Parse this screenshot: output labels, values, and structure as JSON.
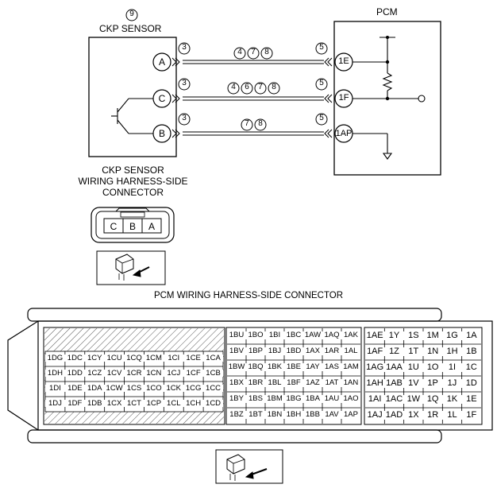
{
  "ckp_sensor": {
    "number": "9",
    "title": "CKP SENSOR",
    "pins": [
      "A",
      "C",
      "B"
    ],
    "wire_tags": [
      "3",
      "3",
      "3"
    ]
  },
  "pcm": {
    "title": "PCM",
    "pins": [
      "1E",
      "1F",
      "1AP"
    ],
    "wire_tags": [
      "5",
      "5",
      "5"
    ]
  },
  "wires": [
    {
      "notes": [
        "4",
        "7",
        "8"
      ]
    },
    {
      "notes": [
        "4",
        "6",
        "7",
        "8"
      ]
    },
    {
      "notes": [
        "7",
        "8"
      ]
    }
  ],
  "sensor_connector": {
    "caption_lines": [
      "CKP SENSOR",
      "WIRING HARNESS-SIDE",
      "CONNECTOR"
    ],
    "pins": [
      "C",
      "B",
      "A"
    ]
  },
  "pcm_connector": {
    "caption": "PCM WIRING HARNESS-SIDE CONNECTOR",
    "left_block": [
      [
        "1DG",
        "1DC",
        "1CY",
        "1CU",
        "1CQ",
        "1CM",
        "1CI",
        "1CE",
        "1CA"
      ],
      [
        "1DH",
        "1DD",
        "1CZ",
        "1CV",
        "1CR",
        "1CN",
        "1CJ",
        "1CF",
        "1CB"
      ],
      [
        "1DI",
        "1DE",
        "1DA",
        "1CW",
        "1CS",
        "1CO",
        "1CK",
        "1CG",
        "1CC"
      ],
      [
        "1DJ",
        "1DF",
        "1DB",
        "1CX",
        "1CT",
        "1CP",
        "1CL",
        "1CH",
        "1CD"
      ]
    ],
    "middle_block": [
      [
        "1BU",
        "1BO",
        "1BI",
        "1BC",
        "1AW",
        "1AQ",
        "1AK"
      ],
      [
        "1BV",
        "1BP",
        "1BJ",
        "1BD",
        "1AX",
        "1AR",
        "1AL"
      ],
      [
        "1BW",
        "1BQ",
        "1BK",
        "1BE",
        "1AY",
        "1AS",
        "1AM"
      ],
      [
        "1BX",
        "1BR",
        "1BL",
        "1BF",
        "1AZ",
        "1AT",
        "1AN"
      ],
      [
        "1BY",
        "1BS",
        "1BM",
        "1BG",
        "1BA",
        "1AU",
        "1AO"
      ],
      [
        "1BZ",
        "1BT",
        "1BN",
        "1BH",
        "1BB",
        "1AV",
        "1AP"
      ]
    ],
    "right_block": [
      [
        "1AE",
        "1Y",
        "1S",
        "1M",
        "1G",
        "1A"
      ],
      [
        "1AF",
        "1Z",
        "1T",
        "1N",
        "1H",
        "1B"
      ],
      [
        "1AG",
        "1AA",
        "1U",
        "1O",
        "1I",
        "1C"
      ],
      [
        "1AH",
        "1AB",
        "1V",
        "1P",
        "1J",
        "1D"
      ],
      [
        "1AI",
        "1AC",
        "1W",
        "1Q",
        "1K",
        "1E"
      ],
      [
        "1AJ",
        "1AD",
        "1X",
        "1R",
        "1L",
        "1F"
      ]
    ]
  },
  "colors": {
    "line": "#000000",
    "background": "#ffffff",
    "hatch": "#555555"
  }
}
